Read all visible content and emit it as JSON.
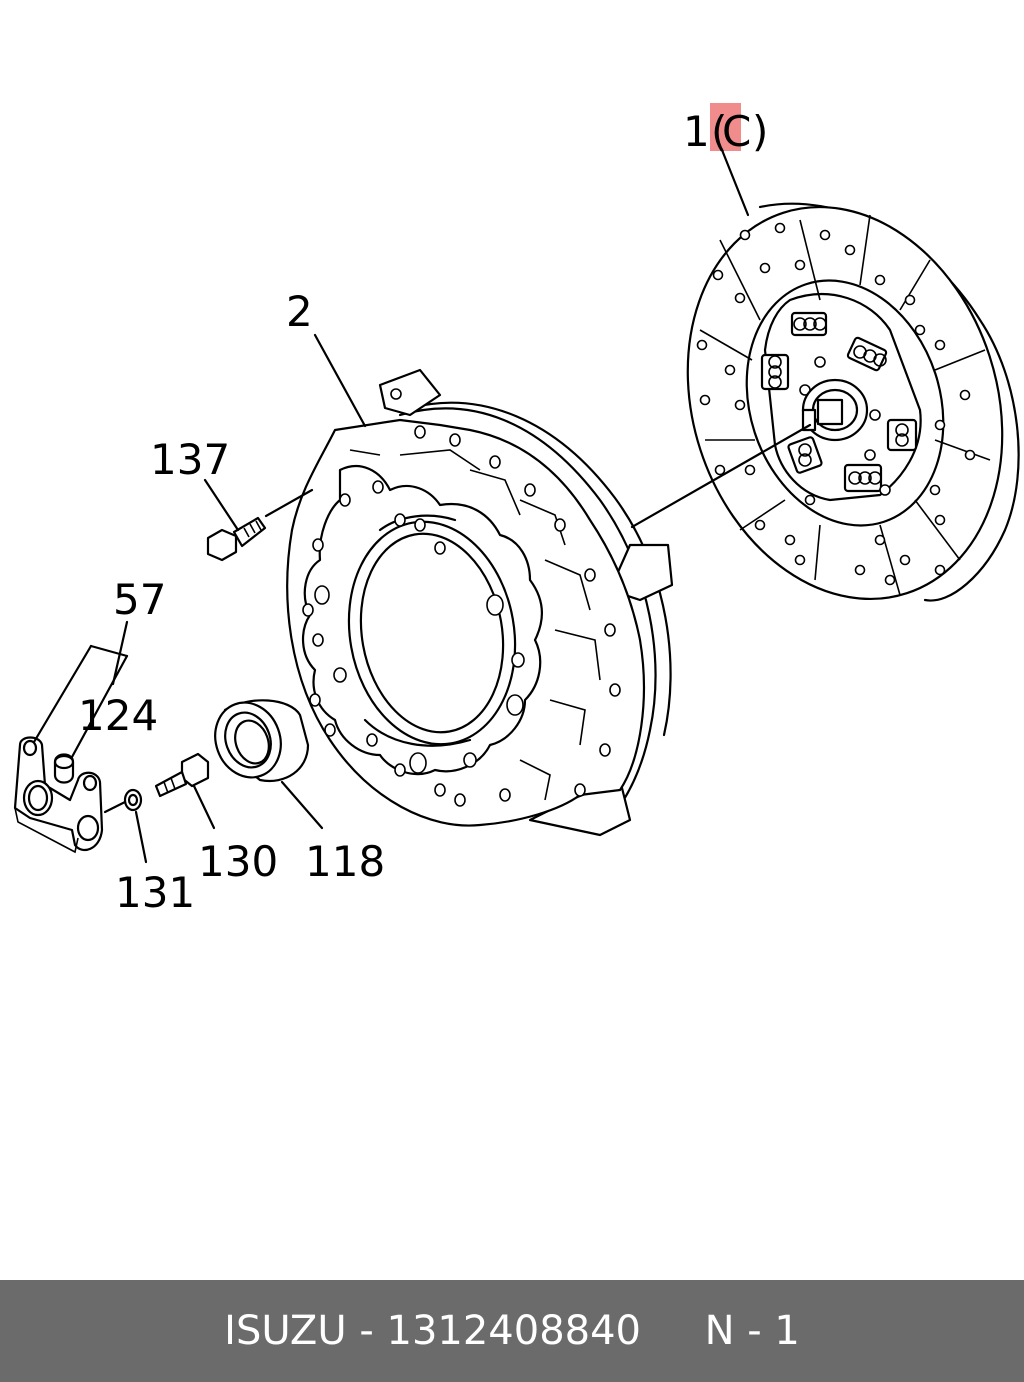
{
  "colors": {
    "highlight": "#f08c8c",
    "footer_bg": "#6b6b6b",
    "footer_text": "#ffffff"
  },
  "callouts": {
    "c1_num": "1",
    "c1_open": "(",
    "c1_letter": "C",
    "c1_close": ")",
    "c2": "2",
    "c137": "137",
    "c57": "57",
    "c124": "124",
    "c130": "130",
    "c118": "118",
    "c131": "131"
  },
  "footer": {
    "brand": "ISUZU",
    "sep": " - ",
    "part_number": "1312408840",
    "gap": "     ",
    "page": "N - 1"
  }
}
